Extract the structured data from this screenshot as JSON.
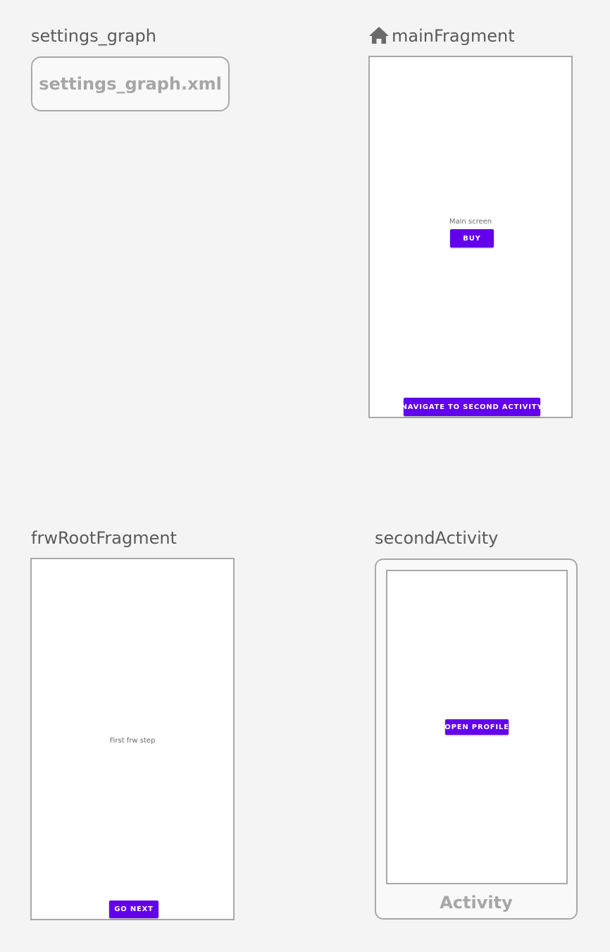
{
  "nodes": {
    "settings_graph": {
      "title": "settings_graph",
      "file": "settings_graph.xml"
    },
    "mainFragment": {
      "title": "mainFragment",
      "is_start_destination": true,
      "start_icon": "home-icon",
      "screen_text": "Main screen",
      "buy_button": "BUY",
      "navigate_button": "NAVIGATE TO SECOND ACTIVITY"
    },
    "frwRootFragment": {
      "title": "frwRootFragment",
      "screen_text": "First frw step",
      "next_button": "GO NEXT"
    },
    "secondActivity": {
      "title": "secondActivity",
      "profile_button": "OPEN PROFILE",
      "type_label": "Activity"
    }
  },
  "colors": {
    "canvas": "#f4f4f4",
    "border": "#a8a8a8",
    "button": "#6200ee",
    "title_text": "#5a5a5a",
    "muted_text": "#a6a6a6"
  }
}
